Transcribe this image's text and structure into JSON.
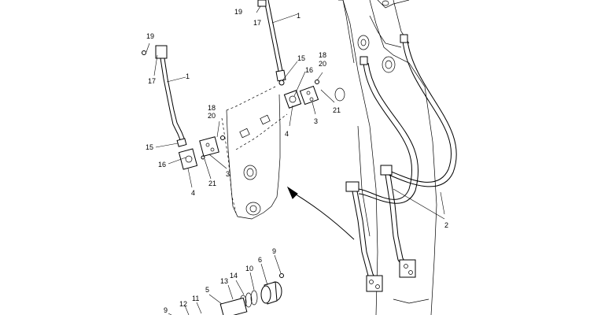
{
  "callouts": {
    "c19_top": "19",
    "c17_top": "17",
    "c1_top": "1",
    "c15_mid": "15",
    "c18_mid": "18",
    "c20_mid": "20",
    "c16_mid": "16",
    "c3_mid": "3",
    "c4_mid": "4",
    "c21_mid": "21",
    "c19_left": "19",
    "c17_left": "17",
    "c1_left": "1",
    "c18_left": "18",
    "c20_left": "20",
    "c15_left": "15",
    "c16_left": "16",
    "c3_left": "3",
    "c21_left": "21",
    "c4_left": "4",
    "c2_right": "2",
    "c9_a": "9",
    "c6": "6",
    "c10": "10",
    "c14": "14",
    "c13": "13",
    "c5": "5",
    "c11": "11",
    "c12": "12",
    "c9_b": "9"
  }
}
